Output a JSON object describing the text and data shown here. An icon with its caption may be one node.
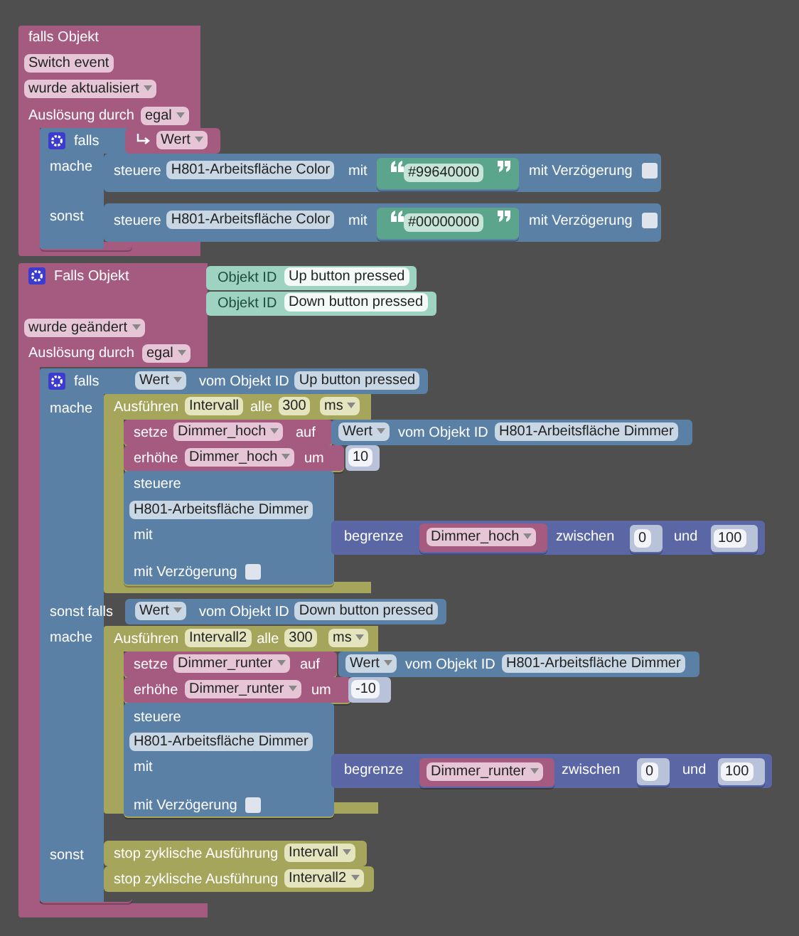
{
  "diagram": {
    "nodes": [
      {
        "text": [
          "falls Objekt",
          "Switch event",
          "wurde aktualisiert",
          "Auslösung durch",
          "egal"
        ]
      },
      {
        "text": [
          "falls",
          "mache",
          "sonst"
        ],
        "in": 0
      },
      {
        "text": [
          "Wert"
        ]
      },
      {
        "text": [
          "steuere",
          "H801-Arbeitsfläche Color",
          "mit",
          "mit Verzögerung"
        ]
      },
      {
        "text": [
          "#99640000"
        ],
        "in": 3
      },
      {
        "text": [
          "steuere",
          "H801-Arbeitsfläche Color",
          "mit",
          "mit Verzögerung"
        ]
      },
      {
        "text": [
          "#00000000"
        ],
        "in": 5
      },
      {
        "text": [
          "Falls Objekt",
          "wurde geändert",
          "Auslösung durch",
          "egal"
        ]
      },
      {
        "text": [
          "Objekt ID",
          "Up button pressed"
        ]
      },
      {
        "text": [
          "Objekt ID",
          "Down button pressed"
        ]
      },
      {
        "text": [
          "falls",
          "mache",
          "sonst falls",
          "mache",
          "sonst"
        ],
        "in": 7
      },
      {
        "text": [
          "Wert",
          "vom Objekt ID",
          "Up button pressed"
        ]
      },
      {
        "text": [
          "Ausführen",
          "Intervall",
          "alle",
          "300",
          "ms"
        ]
      },
      {
        "text": [
          "setze",
          "Dimmer_hoch",
          "auf"
        ],
        "in": 12
      },
      {
        "text": [
          "Wert",
          "vom Objekt ID",
          "H801-Arbeitsfläche Dimmer"
        ]
      },
      {
        "text": [
          "erhöhe",
          "Dimmer_hoch",
          "um"
        ],
        "in": 12
      },
      {
        "text": [
          "10"
        ]
      },
      {
        "text": [
          "steuere",
          "H801-Arbeitsfläche Dimmer",
          "mit",
          "mit Verzögerung"
        ],
        "in": 12
      },
      {
        "text": [
          "begrenze",
          "zwischen",
          "und"
        ]
      },
      {
        "text": [
          "Dimmer_hoch"
        ],
        "in": 18
      },
      {
        "text": [
          "0"
        ],
        "in": 18
      },
      {
        "text": [
          "100"
        ],
        "in": 18
      },
      {
        "text": [
          "Wert",
          "vom Objekt ID",
          "Down button pressed"
        ]
      },
      {
        "text": [
          "Ausführen",
          "Intervall2",
          "alle",
          "300",
          "ms"
        ]
      },
      {
        "text": [
          "setze",
          "Dimmer_runter",
          "auf"
        ],
        "in": 23
      },
      {
        "text": [
          "Wert",
          "vom Objekt ID",
          "H801-Arbeitsfläche Dimmer"
        ]
      },
      {
        "text": [
          "erhöhe",
          "Dimmer_runter",
          "um"
        ],
        "in": 23
      },
      {
        "text": [
          "-10"
        ]
      },
      {
        "text": [
          "steuere",
          "H801-Arbeitsfläche Dimmer",
          "mit",
          "mit Verzögerung"
        ],
        "in": 23
      },
      {
        "text": [
          "begrenze",
          "zwischen",
          "und"
        ]
      },
      {
        "text": [
          "Dimmer_runter"
        ],
        "in": 29
      },
      {
        "text": [
          "0"
        ],
        "in": 29
      },
      {
        "text": [
          "100"
        ],
        "in": 29
      },
      {
        "text": [
          "stop zyklische Ausführung",
          "Intervall"
        ]
      },
      {
        "text": [
          "stop zyklische Ausführung",
          "Intervall2"
        ]
      }
    ]
  }
}
